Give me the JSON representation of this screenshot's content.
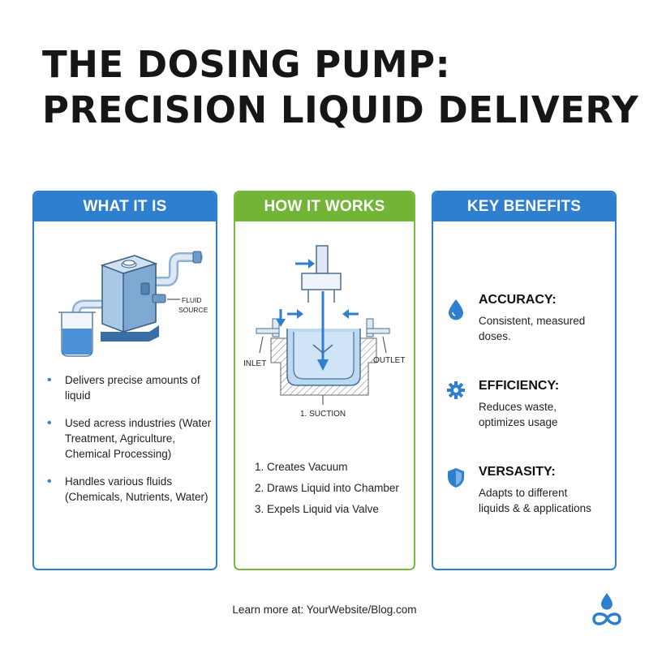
{
  "title": {
    "line1": "THE DOSING PUMP:",
    "line2": "PRECISION LIQUID DELIVERY"
  },
  "what_it_is": {
    "header": "WHAT IT IS",
    "diagram_label_1": "FLUID",
    "diagram_label_2": "SOURCE",
    "bullets": [
      "Delivers precise amounts of liquid",
      "Used acress industries (Water Treatment, Agriculture, Chemical Processing)",
      "Handles various fluids (Chemicals, Nutrients, Water)"
    ]
  },
  "how_it_works": {
    "header": "HOW IT WORKS",
    "label_inlet": "INLET",
    "label_outlet": "OUTLET",
    "label_suction": "1. SUCTION",
    "steps": [
      "1. Creates Vacuum",
      "2. Draws Liquid into Chamber",
      "3. Expels Liquid via Valve"
    ]
  },
  "key_benefits": {
    "header": "KEY BENEFITS",
    "items": [
      {
        "title": "ACCURACY:",
        "desc": "Consistent, measured doses.",
        "icon": "water-drop-icon"
      },
      {
        "title": "EFFICIENCY:",
        "desc": "Reduces waste, optimizes usage",
        "icon": "gear-icon"
      },
      {
        "title": "VERSASITY:",
        "desc": "Adapts to different liquids & & applications",
        "icon": "shield-icon"
      }
    ]
  },
  "footer": {
    "text": "Learn more at: YourWebsite/Blog.com"
  },
  "colors": {
    "primary_blue": "#2f7fd0",
    "primary_green": "#72b435"
  }
}
